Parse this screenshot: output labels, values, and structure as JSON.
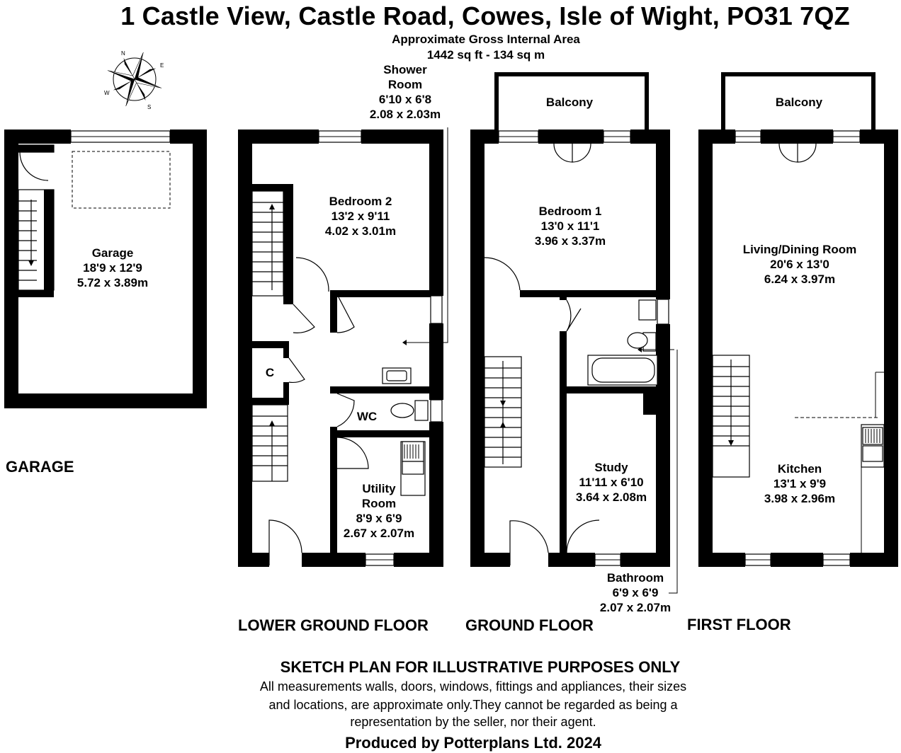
{
  "title": "1 Castle View, Castle Road, Cowes, Isle of Wight, PO31 7QZ",
  "area": {
    "label": "Approximate Gross Internal Area",
    "value": "1442 sq ft - 134 sq m"
  },
  "compass": {
    "n": "N",
    "e": "E",
    "s": "S",
    "w": "W"
  },
  "rooms": {
    "garage": [
      "Garage",
      "18'9 x 12'9",
      "5.72 x 3.89m"
    ],
    "shower": [
      "Shower",
      "Room",
      "6'10 x 6'8",
      "2.08 x 2.03m"
    ],
    "bedroom2": [
      "Bedroom 2",
      "13'2 x 9'11",
      "4.02 x 3.01m"
    ],
    "cupboard": "C",
    "wc": "WC",
    "utility": [
      "Utility",
      "Room",
      "8'9 x 6'9",
      "2.67 x 2.07m"
    ],
    "balcony_ground": "Balcony",
    "bedroom1": [
      "Bedroom 1",
      "13'0 x 11'1",
      "3.96 x 3.37m"
    ],
    "study": [
      "Study",
      "11'11 x 6'10",
      "3.64 x 2.08m"
    ],
    "bathroom": [
      "Bathroom",
      "6'9 x 6'9",
      "2.07 x 2.07m"
    ],
    "balcony_first": "Balcony",
    "living": [
      "Living/Dining Room",
      "20'6 x 13'0",
      "6.24 x 3.97m"
    ],
    "kitchen": [
      "Kitchen",
      "13'1 x 9'9",
      "3.98 x 2.96m"
    ]
  },
  "floors": {
    "garage": "GARAGE",
    "lower_ground": "LOWER GROUND FLOOR",
    "ground": "GROUND FLOOR",
    "first": "FIRST FLOOR"
  },
  "footer": {
    "heading": "SKETCH PLAN FOR ILLUSTRATIVE PURPOSES ONLY",
    "lines": [
      "All measurements walls, doors, windows, fittings and appliances, their sizes",
      "and locations, are approximate only.They cannot be regarded as being a",
      "representation by the seller, nor their agent."
    ],
    "producer": "Produced by Potterplans Ltd. 2024"
  }
}
